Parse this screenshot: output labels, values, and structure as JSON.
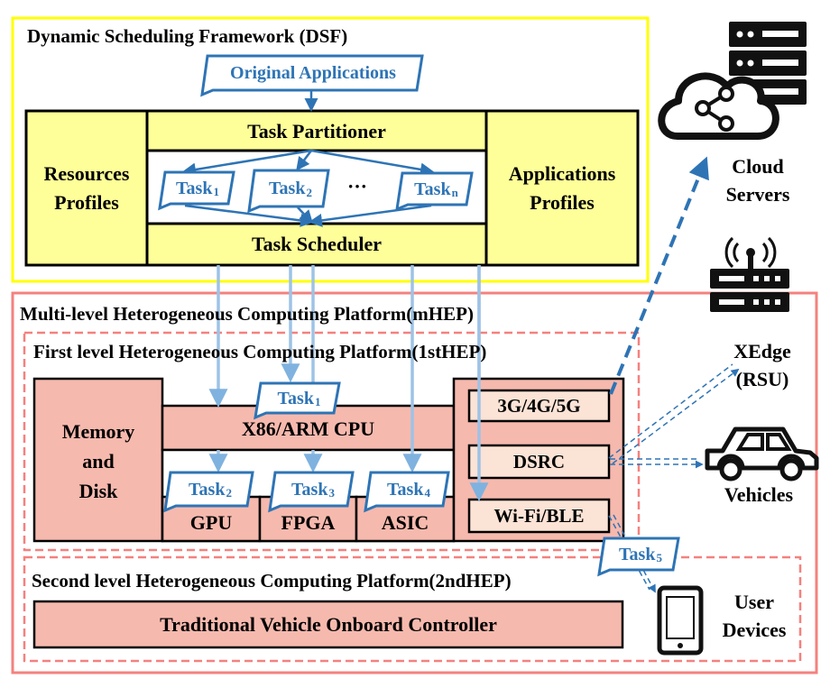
{
  "dsf": {
    "title": "Dynamic Scheduling Framework (DSF)",
    "original_applications": "Original Applications",
    "task_partitioner": "Task Partitioner",
    "task_scheduler": "Task Scheduler",
    "resources_profiles": [
      "Resources",
      "Profiles"
    ],
    "applications_profiles": [
      "Applications",
      "Profiles"
    ],
    "ellipsis": "···"
  },
  "tasks": {
    "task_word": "Task",
    "t1": "1",
    "t2": "2",
    "tn": "n",
    "t3": "3",
    "t4": "4",
    "t5": "5"
  },
  "mhep": {
    "title": "Multi-level Heterogeneous Computing Platform(mHEP)",
    "first": {
      "title": "First level Heterogeneous Computing Platform(1stHEP)",
      "memory": [
        "Memory",
        "and",
        "Disk"
      ],
      "cpu": "X86/ARM CPU",
      "gpu": "GPU",
      "fpga": "FPGA",
      "asic": "ASIC",
      "net_3g": "3G/4G/5G",
      "dsrc": "DSRC",
      "wifi": "Wi-Fi/BLE"
    },
    "second": {
      "title": "Second level Heterogeneous Computing Platform(2ndHEP)",
      "controller": "Traditional Vehicle Onboard Controller"
    }
  },
  "external": {
    "cloud": [
      "Cloud",
      "Servers"
    ],
    "xedge": [
      "XEdge",
      "(RSU)"
    ],
    "vehicles": "Vehicles",
    "user_devices": [
      "User",
      "Devices"
    ]
  },
  "colors": {
    "dsf_border": "#ffff00",
    "dsf_fill": "#ffff99",
    "mhep_border": "#f4817f",
    "hw_fill": "#f6b9ae",
    "net_fill": "#fbe3d6",
    "arrow_blue": "#2e74b5",
    "light_blue": "#9dc3e6"
  }
}
